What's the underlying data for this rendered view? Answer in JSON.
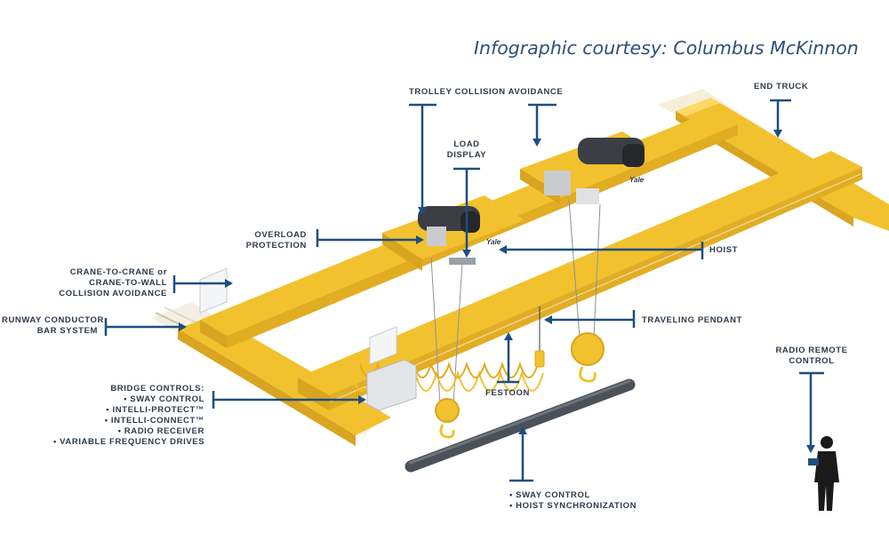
{
  "credit": "Infographic courtesy: Columbus McKinnon",
  "brand": "Yale",
  "labels": {
    "trolley_collision": "TROLLEY COLLISION AVOIDANCE",
    "end_truck": "END TRUCK",
    "load_display": [
      "LOAD",
      "DISPLAY"
    ],
    "overload": [
      "OVERLOAD",
      "PROTECTION"
    ],
    "hoist": "HOIST",
    "crane_collision": [
      "CRANE-TO-CRANE or",
      "CRANE-TO-WALL",
      "COLLISION AVOIDANCE"
    ],
    "runway": [
      "RUNWAY CONDUCTOR",
      "BAR SYSTEM"
    ],
    "traveling_pendant": "TRAVELING PENDANT",
    "festoon": "FESTOON",
    "bridge_controls": [
      "BRIDGE CONTROLS:",
      "• SWAY CONTROL",
      "• INTELLI-PROTECT™",
      "• INTELLI-CONNECT™",
      "• RADIO RECEIVER",
      "• VARIABLE FREQUENCY DRIVES"
    ],
    "radio_remote": [
      "RADIO REMOTE",
      "CONTROL"
    ],
    "sway_hoist": [
      "• SWAY CONTROL",
      "• HOIST SYNCHRONIZATION"
    ]
  },
  "colors": {
    "crane_yellow": "#f2c12e",
    "crane_shadow": "#d9a520",
    "callout_blue": "#1d4e82",
    "label_text": "#2e3a49"
  }
}
